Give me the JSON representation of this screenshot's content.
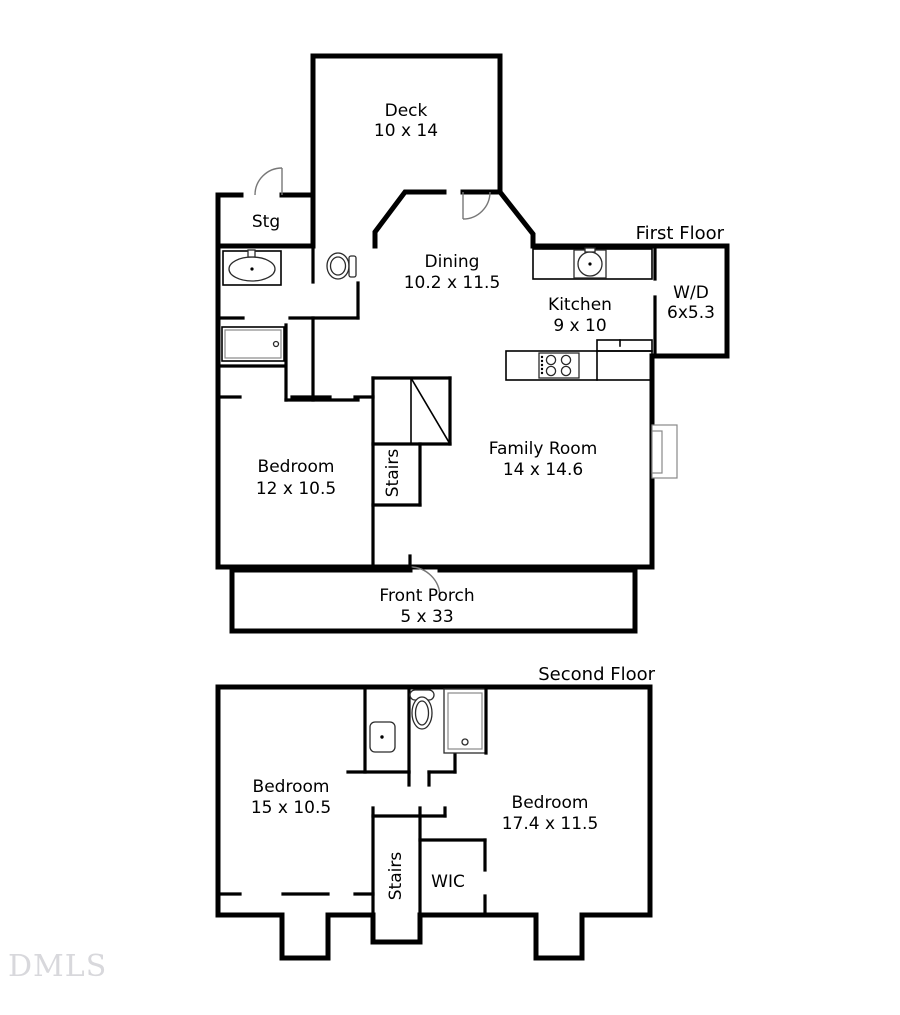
{
  "document": {
    "type": "floor-plan",
    "watermark": "DMLS",
    "background_color": "#ffffff",
    "line_color": "#000000"
  },
  "floors": [
    {
      "id": "first-floor",
      "title": "First Floor",
      "rooms": [
        {
          "id": "deck",
          "label": "Deck",
          "dimensions": "10 x 14"
        },
        {
          "id": "stg",
          "label": "Stg",
          "dimensions": ""
        },
        {
          "id": "dining",
          "label": "Dining",
          "dimensions": "10.2 x 11.5"
        },
        {
          "id": "kitchen",
          "label": "Kitchen",
          "dimensions": "9 x 10"
        },
        {
          "id": "wd",
          "label": "W/D",
          "dimensions": "6x5.3"
        },
        {
          "id": "bedroom-1f",
          "label": "Bedroom",
          "dimensions": "12 x 10.5"
        },
        {
          "id": "stairs-1f",
          "label": "Stairs",
          "dimensions": ""
        },
        {
          "id": "family-room",
          "label": "Family Room",
          "dimensions": "14 x 14.6"
        },
        {
          "id": "front-porch",
          "label": "Front Porch",
          "dimensions": "5 x 33"
        }
      ],
      "fixtures": [
        "vanity-sink-icon",
        "toilet-icon",
        "bathtub-icon",
        "kitchen-sink-icon",
        "cooktop-icon",
        "fireplace-icon"
      ]
    },
    {
      "id": "second-floor",
      "title": "Second Floor",
      "rooms": [
        {
          "id": "bedroom-2f-left",
          "label": "Bedroom",
          "dimensions": "15 x 10.5"
        },
        {
          "id": "bedroom-2f-right",
          "label": "Bedroom",
          "dimensions": "17.4 x 11.5"
        },
        {
          "id": "stairs-2f",
          "label": "Stairs",
          "dimensions": ""
        },
        {
          "id": "wic",
          "label": "WIC",
          "dimensions": ""
        }
      ],
      "fixtures": [
        "sink-icon",
        "toilet-icon",
        "shower-icon"
      ]
    }
  ]
}
